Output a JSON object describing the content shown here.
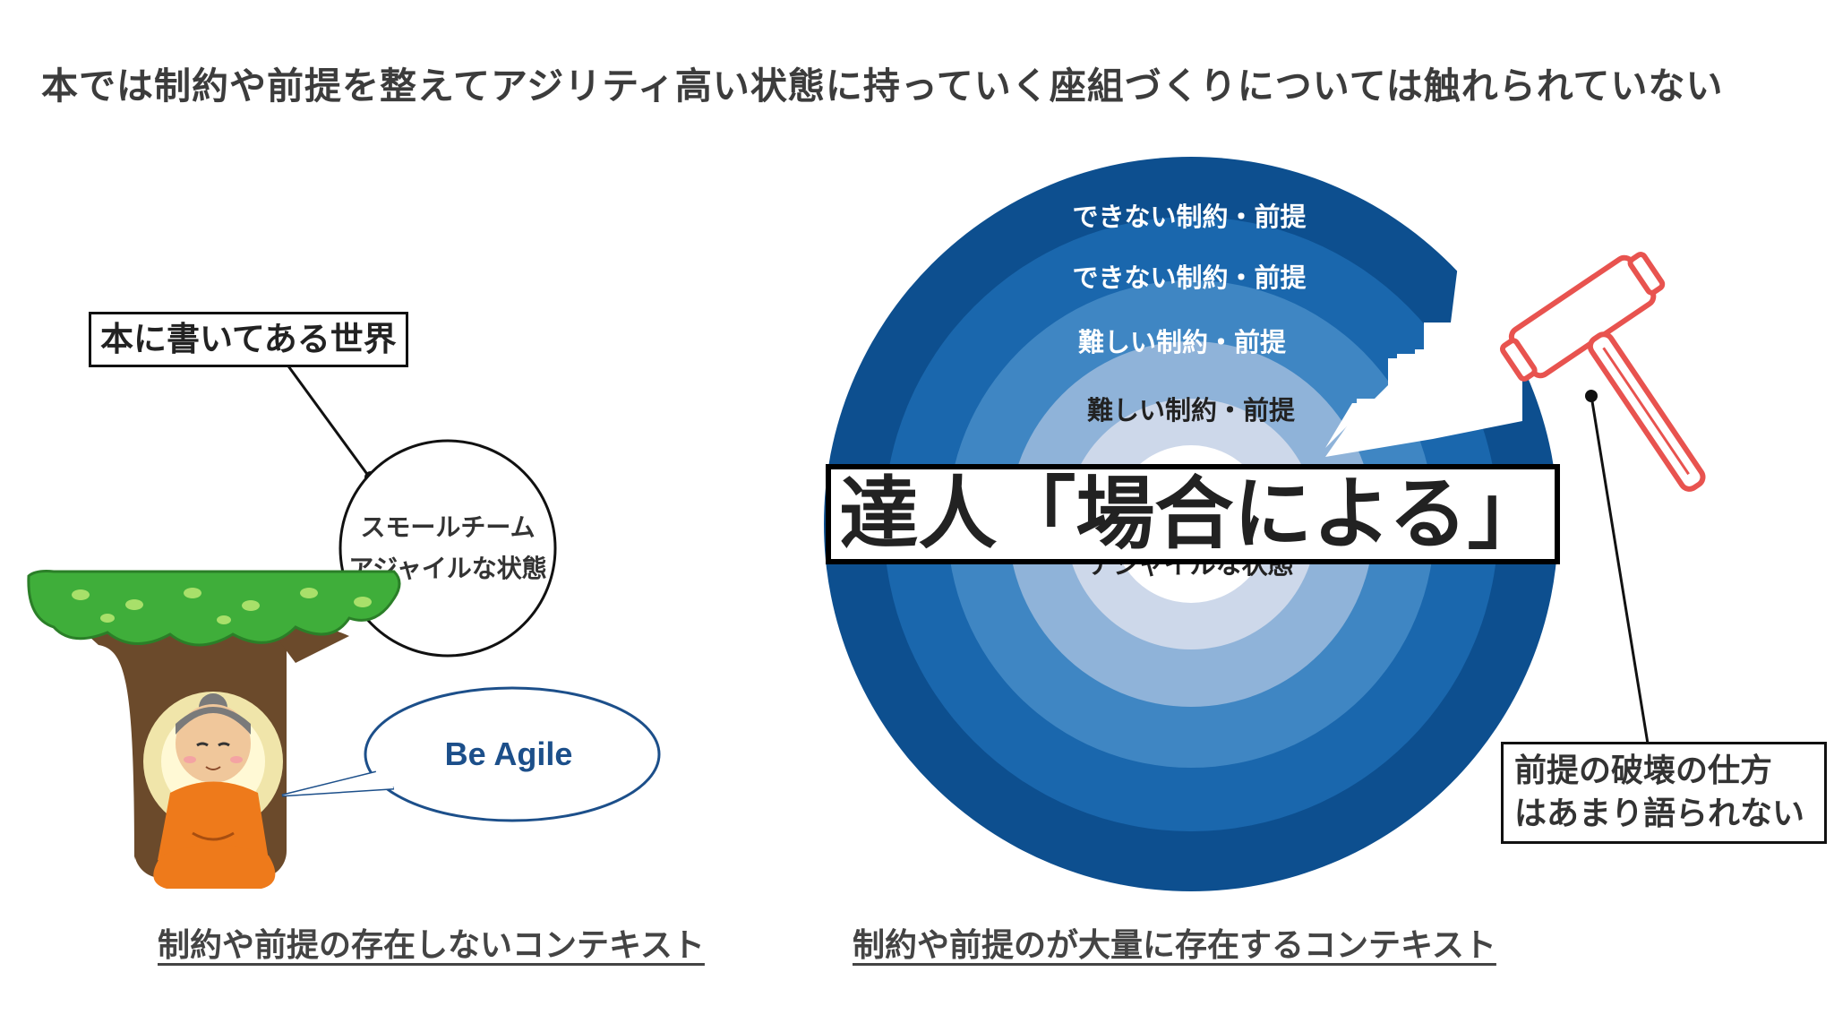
{
  "headline": "本では制約や前提を整えてアジリティ高い状態に持っていく座組づくりについては触れられていない",
  "left_panel": {
    "book_label": "本に書いてある世界",
    "thought_line1": "スモールチーム",
    "thought_line2": "アジャイルな状態",
    "speech": "Be Agile",
    "caption": "制約や前提の存在しないコンテキスト"
  },
  "right_panel": {
    "rings": [
      {
        "label": "できない制約・前提",
        "color": "#0d4f8f"
      },
      {
        "label": "できない制約・前提",
        "color": "#1a67ad"
      },
      {
        "label": "難しい制約・前提",
        "color": "#3f86c3"
      },
      {
        "label": "難しい制約・前提",
        "color": "#8fb3d9"
      },
      {
        "label": "",
        "color": "#cdd8ea"
      }
    ],
    "center_label_hidden": "アジャイルな状態",
    "master_label": "達人「場合による」",
    "destroy_label_line1": "前提の破壊の仕方",
    "destroy_label_line2": "はあまり語られない",
    "caption": "制約や前提のが大量に存在するコンテキスト"
  },
  "colors": {
    "ring_outer": "#0d4f8f",
    "speech_text": "#1c4f8a",
    "hammer": "#e8534f",
    "tree_leaves": "#3fae3a",
    "trunk": "#6b4a2b",
    "robe": "#ee7a1b"
  },
  "icons": [
    "tree-icon",
    "buddha-icon",
    "hammer-icon",
    "stairs-icon"
  ]
}
